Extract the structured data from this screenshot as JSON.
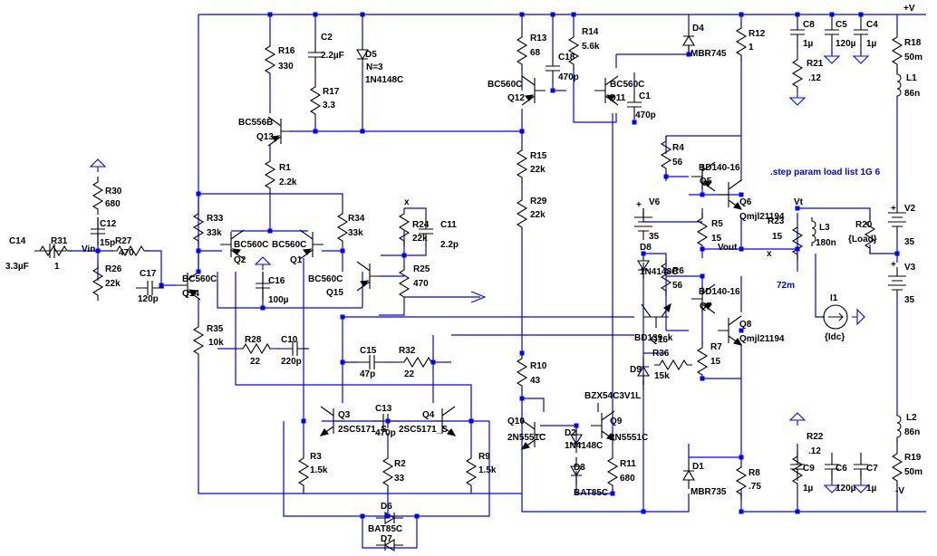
{
  "window": {
    "title": "LTspice schematic - power amplifier"
  },
  "directive": ".step param load list 1G 6",
  "wire_length_label": "72m",
  "nets": {
    "vplus": "+V",
    "vminus": "-V",
    "vin": "Vin",
    "vout": "Vout",
    "vt": "Vt",
    "x1": "x",
    "x2": "x"
  },
  "components": {
    "C14": {
      "ref": "C14",
      "val": "3.3µF"
    },
    "R31": {
      "ref": "R31",
      "val": "1"
    },
    "R30": {
      "ref": "R30",
      "val": "680"
    },
    "C12": {
      "ref": "C12",
      "val": "15p"
    },
    "R27": {
      "ref": "R27",
      "val": "470"
    },
    "R26": {
      "ref": "R26",
      "val": "22k"
    },
    "C17": {
      "ref": "C17",
      "val": "120p"
    },
    "Q14": {
      "ref": "Q14",
      "val": "BC560C"
    },
    "R35": {
      "ref": "R35",
      "val": "10k"
    },
    "R16": {
      "ref": "R16",
      "val": "330"
    },
    "C2": {
      "ref": "C2",
      "val": "2.2µF"
    },
    "R17": {
      "ref": "R17",
      "val": "3.3"
    },
    "D5": {
      "ref": "D5",
      "val": "1N4148C",
      "extra": "N=3"
    },
    "Q13": {
      "ref": "Q13",
      "val": "BC556B"
    },
    "R1": {
      "ref": "R1",
      "val": "2.2k"
    },
    "R33": {
      "ref": "R33",
      "val": "33k"
    },
    "R34": {
      "ref": "R34",
      "val": "33k"
    },
    "Q2": {
      "ref": "Q2",
      "val": "BC560C"
    },
    "Q1": {
      "ref": "Q1",
      "val": "BC560C"
    },
    "C16": {
      "ref": "C16",
      "val": "100µ"
    },
    "Q15": {
      "ref": "Q15",
      "val": "BC560C"
    },
    "R24": {
      "ref": "R24",
      "val": "22k"
    },
    "C11": {
      "ref": "C11",
      "val": "2.2p"
    },
    "R25": {
      "ref": "R25",
      "val": "470"
    },
    "R28": {
      "ref": "R28",
      "val": "22"
    },
    "C10": {
      "ref": "C10",
      "val": "220p"
    },
    "C15": {
      "ref": "C15",
      "val": "47p"
    },
    "R32": {
      "ref": "R32",
      "val": "22"
    },
    "Q3": {
      "ref": "Q3",
      "val": "2SC5171_S"
    },
    "Q4": {
      "ref": "Q4",
      "val": "2SC5171_S"
    },
    "C13": {
      "ref": "C13",
      "val": "470p"
    },
    "R3": {
      "ref": "R3",
      "val": "1.5k"
    },
    "R2": {
      "ref": "R2",
      "val": "33"
    },
    "R9": {
      "ref": "R9",
      "val": "1.5k"
    },
    "D6": {
      "ref": "D6",
      "val": "BAT85C"
    },
    "D7": {
      "ref": "D7",
      "val": ""
    },
    "R13": {
      "ref": "R13",
      "val": "68"
    },
    "C18": {
      "ref": "C18",
      "val": "470p"
    },
    "R14": {
      "ref": "R14",
      "val": "5.6k"
    },
    "Q12": {
      "ref": "Q12",
      "val": "BC560C"
    },
    "Q11": {
      "ref": "Q11",
      "val": "BC560C"
    },
    "C1": {
      "ref": "C1",
      "val": "470p"
    },
    "R15": {
      "ref": "R15",
      "val": "22k"
    },
    "R29": {
      "ref": "R29",
      "val": "22k"
    },
    "R10": {
      "ref": "R10",
      "val": "43"
    },
    "Q10": {
      "ref": "Q10",
      "val": "2N5551C"
    },
    "Q9": {
      "ref": "Q9",
      "val": "2N5551C"
    },
    "D2": {
      "ref": "D2",
      "val": "1N4148C"
    },
    "D3": {
      "ref": "D3",
      "val": "BAT85C"
    },
    "R11": {
      "ref": "R11",
      "val": "680"
    },
    "D9": {
      "ref": "D9",
      "val": "BZX54C3V1L"
    },
    "R36": {
      "ref": "R36",
      "val": "15k"
    },
    "Q16": {
      "ref": "Q16",
      "val": "BD139_k"
    },
    "D4": {
      "ref": "D4",
      "val": "MBR745"
    },
    "R12": {
      "ref": "R12",
      "val": "1"
    },
    "R4": {
      "ref": "R4",
      "val": "56"
    },
    "Q5": {
      "ref": "Q5",
      "val": "BD140-16"
    },
    "Q6": {
      "ref": "Q6",
      "val": "Qmjl21194"
    },
    "V6": {
      "ref": "V6",
      "val": "35"
    },
    "R5": {
      "ref": "R5",
      "val": "15"
    },
    "D8": {
      "ref": "D8",
      "val": "1N4148C"
    },
    "R6": {
      "ref": "R6",
      "val": "56"
    },
    "Q7": {
      "ref": "Q7",
      "val": "BD140-16"
    },
    "Q8": {
      "ref": "Q8",
      "val": "Qmjl21194"
    },
    "R7": {
      "ref": "R7",
      "val": "15"
    },
    "D1": {
      "ref": "D1",
      "val": "MBR735"
    },
    "R8": {
      "ref": "R8",
      "val": ".75"
    },
    "C8": {
      "ref": "C8",
      "val": "1µ"
    },
    "C5": {
      "ref": "C5",
      "val": "120µ"
    },
    "C4": {
      "ref": "C4",
      "val": "1µ"
    },
    "R21": {
      "ref": "R21",
      "val": ".12"
    },
    "R18": {
      "ref": "R18",
      "val": "50m"
    },
    "L1": {
      "ref": "L1",
      "val": "86n"
    },
    "R23": {
      "ref": "R23",
      "val": "15"
    },
    "L3": {
      "ref": "L3",
      "val": "180n"
    },
    "R20": {
      "ref": "R20",
      "val": "{Load}"
    },
    "V2": {
      "ref": "V2",
      "val": "35"
    },
    "V3": {
      "ref": "V3",
      "val": "35"
    },
    "I1": {
      "ref": "I1",
      "val": "{Idc}"
    },
    "R22": {
      "ref": "R22",
      "val": ".12"
    },
    "C9": {
      "ref": "C9",
      "val": "1µ"
    },
    "C6": {
      "ref": "C6",
      "val": "120µ"
    },
    "C7": {
      "ref": "C7",
      "val": "1µ"
    },
    "L2": {
      "ref": "L2",
      "val": "86n"
    },
    "R19": {
      "ref": "R19",
      "val": "50m"
    }
  }
}
